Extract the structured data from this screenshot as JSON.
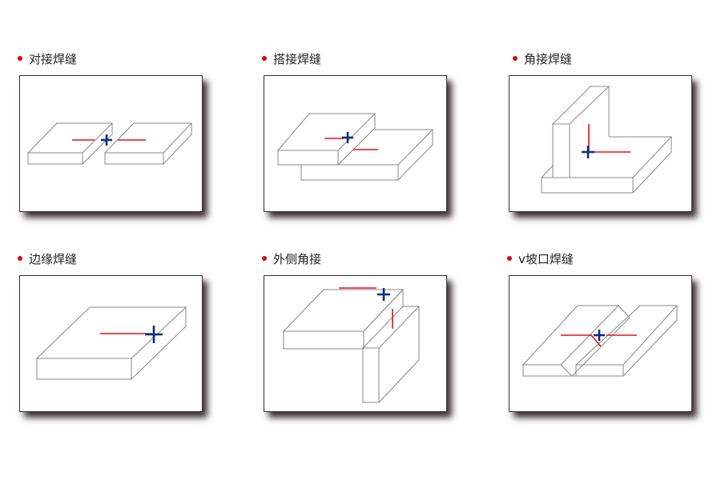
{
  "accent_color": "#e00010",
  "marker_color": "#0c2f7a",
  "panels": [
    {
      "title": "对接焊缝"
    },
    {
      "title": "搭接焊缝"
    },
    {
      "title": "角接焊缝"
    },
    {
      "title": "边缘焊缝"
    },
    {
      "title": "外侧角接"
    },
    {
      "title": "v坡口焊缝"
    }
  ]
}
